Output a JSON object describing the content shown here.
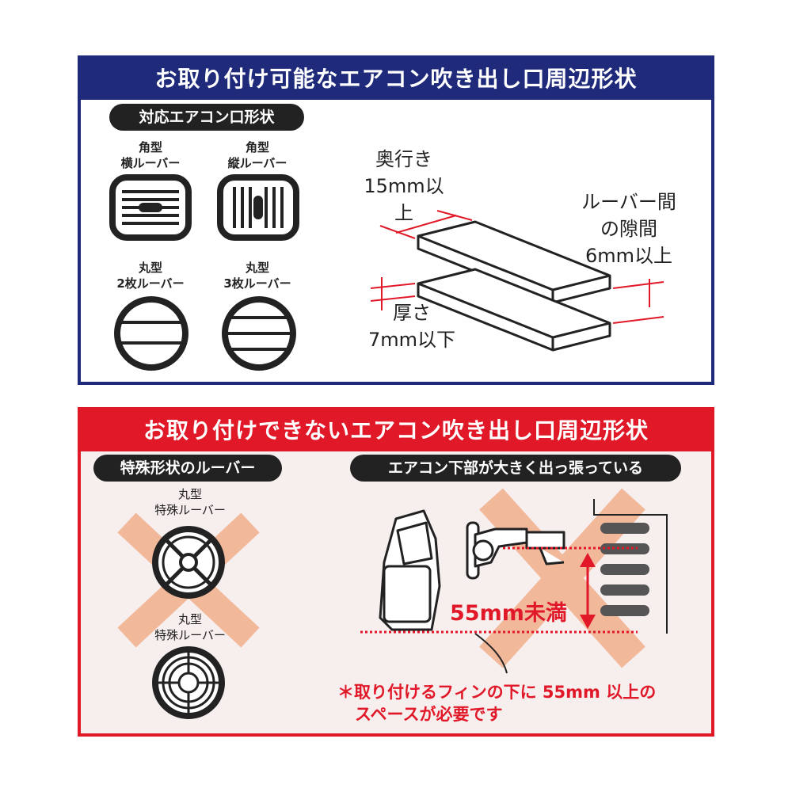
{
  "ok": {
    "title": "お取り付け可能なエアコン吹き出し口周辺形状",
    "pill": "対応エアコン口形状",
    "vents": [
      {
        "line1": "角型",
        "line2": "横ルーバー",
        "icon": "square-horizontal-louver-icon"
      },
      {
        "line1": "角型",
        "line2": "縦ルーバー",
        "icon": "square-vertical-louver-icon"
      },
      {
        "line1": "丸型",
        "line2": "2枚ルーバー",
        "icon": "round-2-louver-icon"
      },
      {
        "line1": "丸型",
        "line2": "3枚ルーバー",
        "icon": "round-3-louver-icon"
      }
    ],
    "depth": {
      "line1": "奥行き",
      "line2": "15mm以上"
    },
    "gap": {
      "line1": "ルーバー間",
      "line2": "の隙間",
      "line3": "6mm以上"
    },
    "thickness": {
      "line1": "厚さ",
      "line2": "7mm以下"
    }
  },
  "ng": {
    "title": "お取り付けできないエアコン吹き出し口周辺形状",
    "pill_left": "特殊形状のルーバー",
    "pill_right": "エアコン下部が大きく出っ張っている",
    "vents": [
      {
        "line1": "丸型",
        "line2": "特殊ルーバー",
        "icon": "round-cross-louver-icon"
      },
      {
        "line1": "丸型",
        "line2": "特殊ルーバー",
        "icon": "round-concentric-louver-icon"
      }
    ],
    "measure": "55mm未満",
    "note_line1": "＊取り付けるフィンの下に 55mm 以上の",
    "note_line2": "スペースが必要です"
  },
  "colors": {
    "navy": "#1f2a7a",
    "red": "#e01828",
    "cross": "#f2b89a"
  }
}
